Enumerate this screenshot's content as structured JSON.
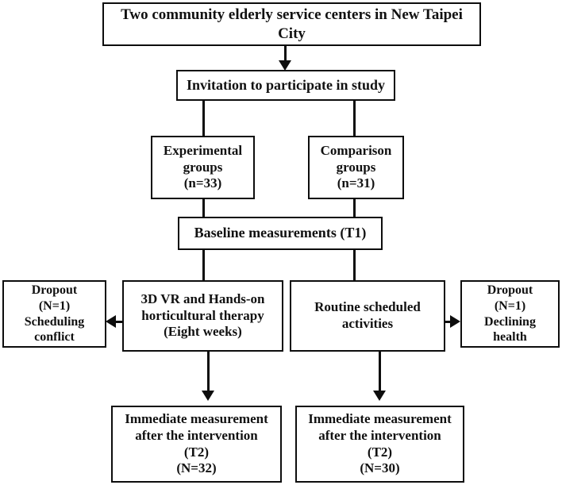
{
  "diagram": {
    "title": "Study participant flow diagram",
    "type": "flowchart",
    "colors": {
      "background": "#ffffff",
      "stroke": "#0d0d0d",
      "text": "#111111"
    },
    "nodes": {
      "centers": "Two community elderly service centers in New Taipei City",
      "invitation": "Invitation to participate in study",
      "experimental": "Experimental\ngroups\n(n=33)",
      "comparison": "Comparison\ngroups\n(n=31)",
      "baseline": "Baseline measurements (T1)",
      "dropout_left": "Dropout\n(N=1)\nScheduling\nconflict",
      "therapy": "3D VR and Hands-on\nhorticultural therapy\n(Eight weeks)",
      "routine": "Routine scheduled\nactivities",
      "dropout_right": "Dropout\n(N=1)\nDeclining\nhealth",
      "t2_left": "Immediate measurement\nafter the intervention\n(T2)\n(N=32)",
      "t2_right": "Immediate measurement\nafter the intervention\n(T2)\n(N=30)"
    },
    "edges": [
      {
        "from": "centers",
        "to": "invitation",
        "arrow": "down"
      },
      {
        "from": "invitation",
        "to": "experimental",
        "arrow": "none"
      },
      {
        "from": "invitation",
        "to": "comparison",
        "arrow": "none"
      },
      {
        "from": "experimental",
        "to": "baseline",
        "arrow": "none"
      },
      {
        "from": "comparison",
        "to": "baseline",
        "arrow": "none"
      },
      {
        "from": "baseline",
        "to": "therapy",
        "arrow": "none"
      },
      {
        "from": "baseline",
        "to": "routine",
        "arrow": "none"
      },
      {
        "from": "therapy",
        "to": "dropout_left",
        "arrow": "left"
      },
      {
        "from": "routine",
        "to": "dropout_right",
        "arrow": "right"
      },
      {
        "from": "therapy",
        "to": "t2_left",
        "arrow": "down"
      },
      {
        "from": "routine",
        "to": "t2_right",
        "arrow": "down"
      }
    ]
  }
}
